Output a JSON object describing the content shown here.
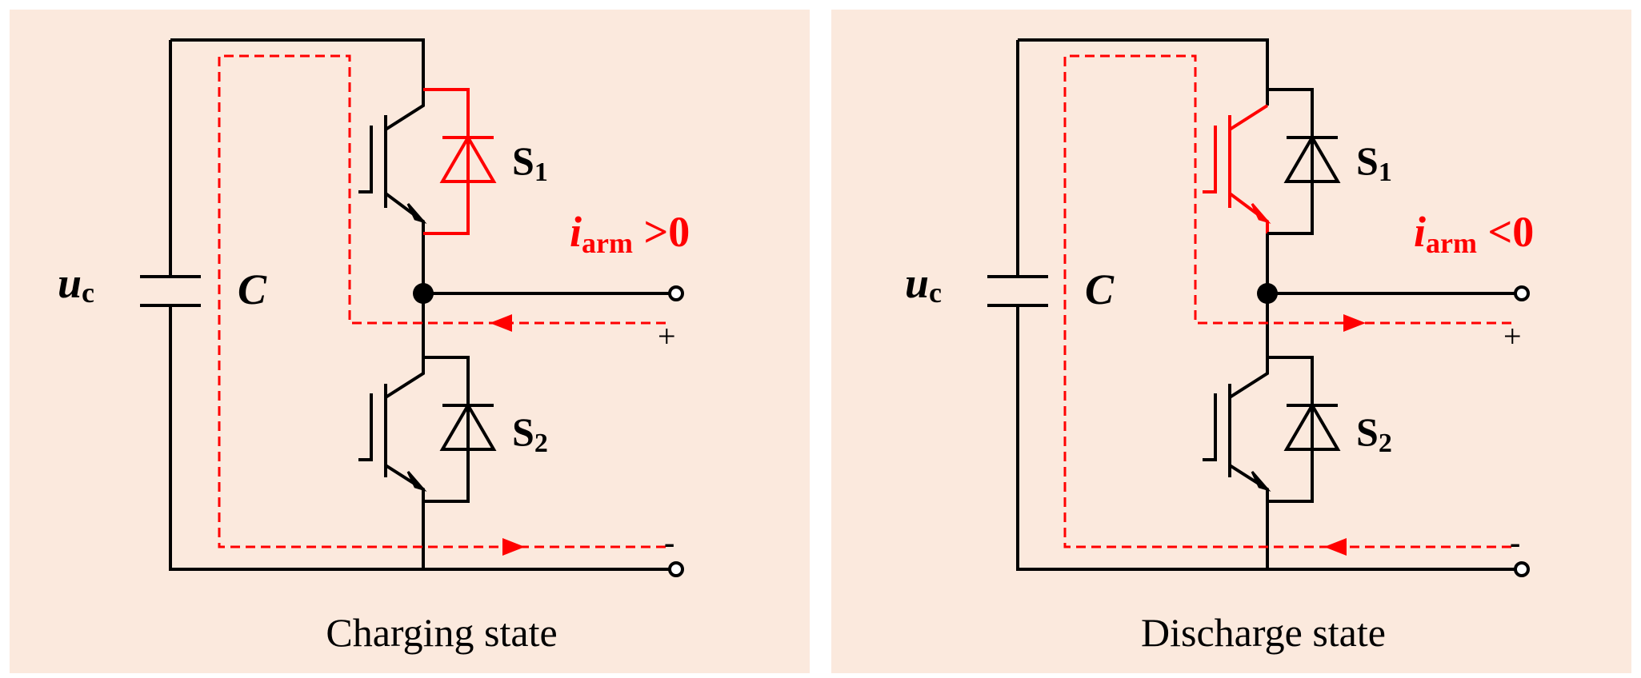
{
  "panels": [
    {
      "caption": "Charging state",
      "voltage_symbol": "u",
      "voltage_sub": "c",
      "capacitor_label": "C",
      "switch1_label": "S",
      "switch1_sub": "1",
      "switch2_label": "S",
      "switch2_sub": "2",
      "current_symbol": "i",
      "current_sub": "arm",
      "current_relation": " >0",
      "plus_sign": "+",
      "minus_sign": "-",
      "highlighted_component": "diode-S1",
      "current_direction_top": "left",
      "current_direction_bottom": "right"
    },
    {
      "caption": "Discharge state",
      "voltage_symbol": "u",
      "voltage_sub": "c",
      "capacitor_label": "C",
      "switch1_label": "S",
      "switch1_sub": "1",
      "switch2_label": "S",
      "switch2_sub": "2",
      "current_symbol": "i",
      "current_sub": "arm",
      "current_relation": " <0",
      "plus_sign": "+",
      "minus_sign": "-",
      "highlighted_component": "igbt-S1",
      "current_direction_top": "right",
      "current_direction_bottom": "left"
    }
  ],
  "colors": {
    "panel_background": "#fbe9dd",
    "wire": "#000000",
    "highlight": "#ff0000"
  }
}
